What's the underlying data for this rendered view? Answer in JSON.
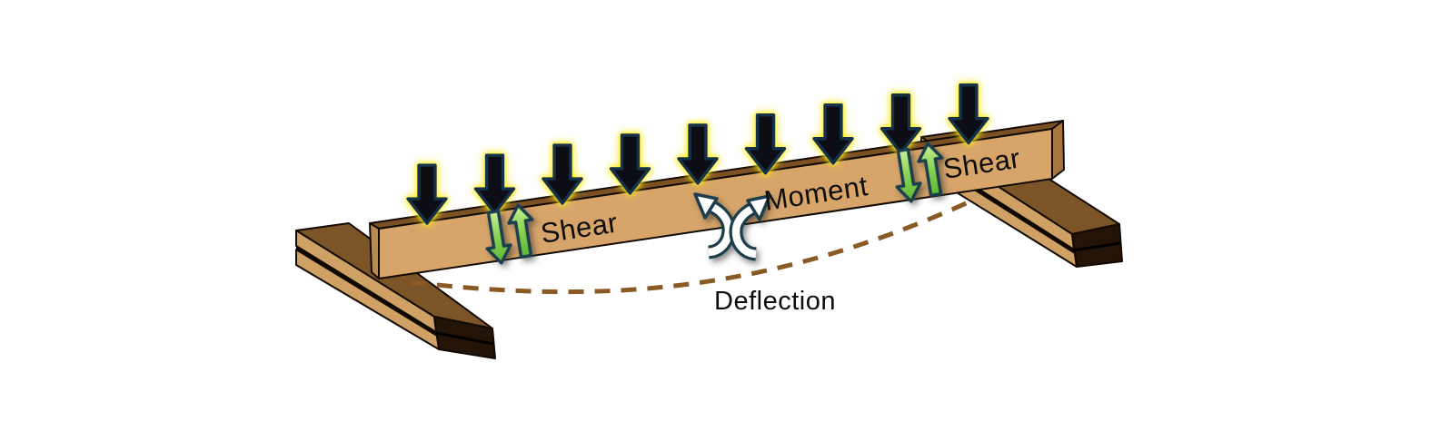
{
  "diagram": {
    "type": "simply-supported-beam-loading-diagram",
    "background": "#ffffff",
    "labels": {
      "shear_left": "Shear",
      "moment": "Moment",
      "shear_right": "Shear",
      "deflection": "Deflection"
    },
    "loads": {
      "count": 9,
      "symbol": "black-down-arrow-with-yellow-glow"
    },
    "icons": {
      "shear_icon": "green-opposing-vertical-arrows",
      "moment_icon": "white-curved-rotation-arrow-pair",
      "deflection_curve": "brown-dashed-sag-curve"
    },
    "colors": {
      "beam_front": "#d7a56a",
      "beam_top": "#7b5124",
      "beam_end_left": "#b78a52",
      "beam_end_right": "#a5773d",
      "support_top": "#7b5427",
      "support_side": "#d0a164",
      "support_end": "#241307",
      "outline": "#120a02",
      "load_arrow_fill": "#0b0f16",
      "load_arrow_outline": "#173349",
      "load_arrow_glow": "#ffe92a",
      "shear_arrow_fill": "#8ed455",
      "shear_arrow_outline": "#1c3e4d",
      "moment_arrow_fill": "#ffffff",
      "moment_arrow_outline": "#1d3c4c",
      "deflection_dash": "#8a5a24",
      "text": "#0d0d0d"
    }
  }
}
